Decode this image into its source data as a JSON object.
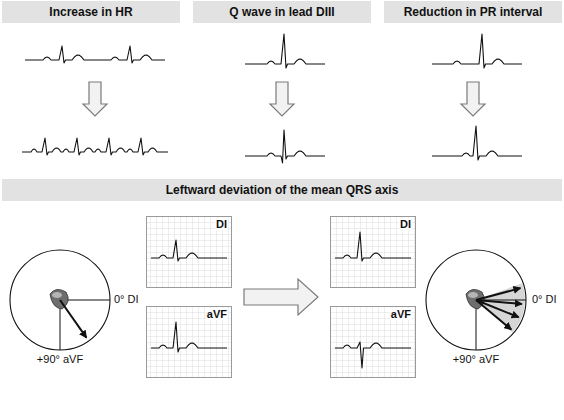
{
  "diagram": {
    "nodes": [
      {
        "text": [
          "Increase in HR"
        ]
      },
      {
        "text": [
          "Q wave in lead DIII"
        ]
      },
      {
        "text": [
          "Reduction in PR interval"
        ]
      },
      {
        "text": [
          "Leftward deviation of the mean QRS axis"
        ]
      },
      {
        "text": [
          "DI"
        ]
      },
      {
        "text": [
          "aVF"
        ]
      },
      {
        "text": [
          "DI"
        ]
      },
      {
        "text": [
          "aVF"
        ]
      }
    ],
    "labels": [
      "0° DI",
      "+90° aVF",
      "0° DI",
      "+90° aVF"
    ]
  }
}
